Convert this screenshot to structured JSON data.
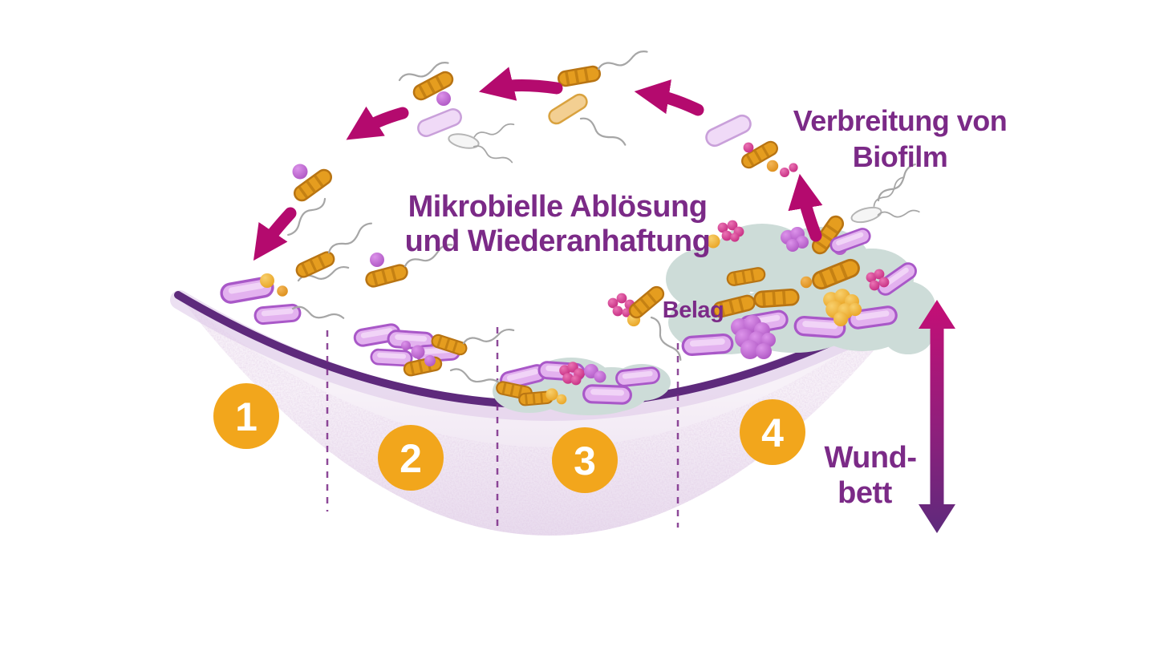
{
  "diagram": {
    "title_line1": "Mikrobielle Ablösung",
    "title_line2": "und Wiederanhaftung",
    "spread_label_line1": "Verbreitung von",
    "spread_label_line2": "Biofilm",
    "coating_label": "Belag",
    "wound_bed_label_line1": "Wund-",
    "wound_bed_label_line2": "bett",
    "stages": [
      {
        "number": "1"
      },
      {
        "number": "2"
      },
      {
        "number": "3"
      },
      {
        "number": "4"
      }
    ]
  },
  "colors": {
    "accent_purple": "#7b2a87",
    "accent_magenta": "#b40a6e",
    "wound_rim": "#5e2a7c",
    "wound_fill_top": "#f7f1f8",
    "wound_fill_bottom": "#e9dcee",
    "stage_orange": "#f2a61c",
    "biofilm_cloud": "#cddcd8",
    "bacteria_purple": "#e3b2ef",
    "bacteria_purple_outline": "#a958c8",
    "bacteria_orange": "#e59d1f",
    "sphere_purple": "#a74cbd",
    "sphere_magenta": "#c01f79",
    "sphere_yellow": "#e69c17"
  }
}
